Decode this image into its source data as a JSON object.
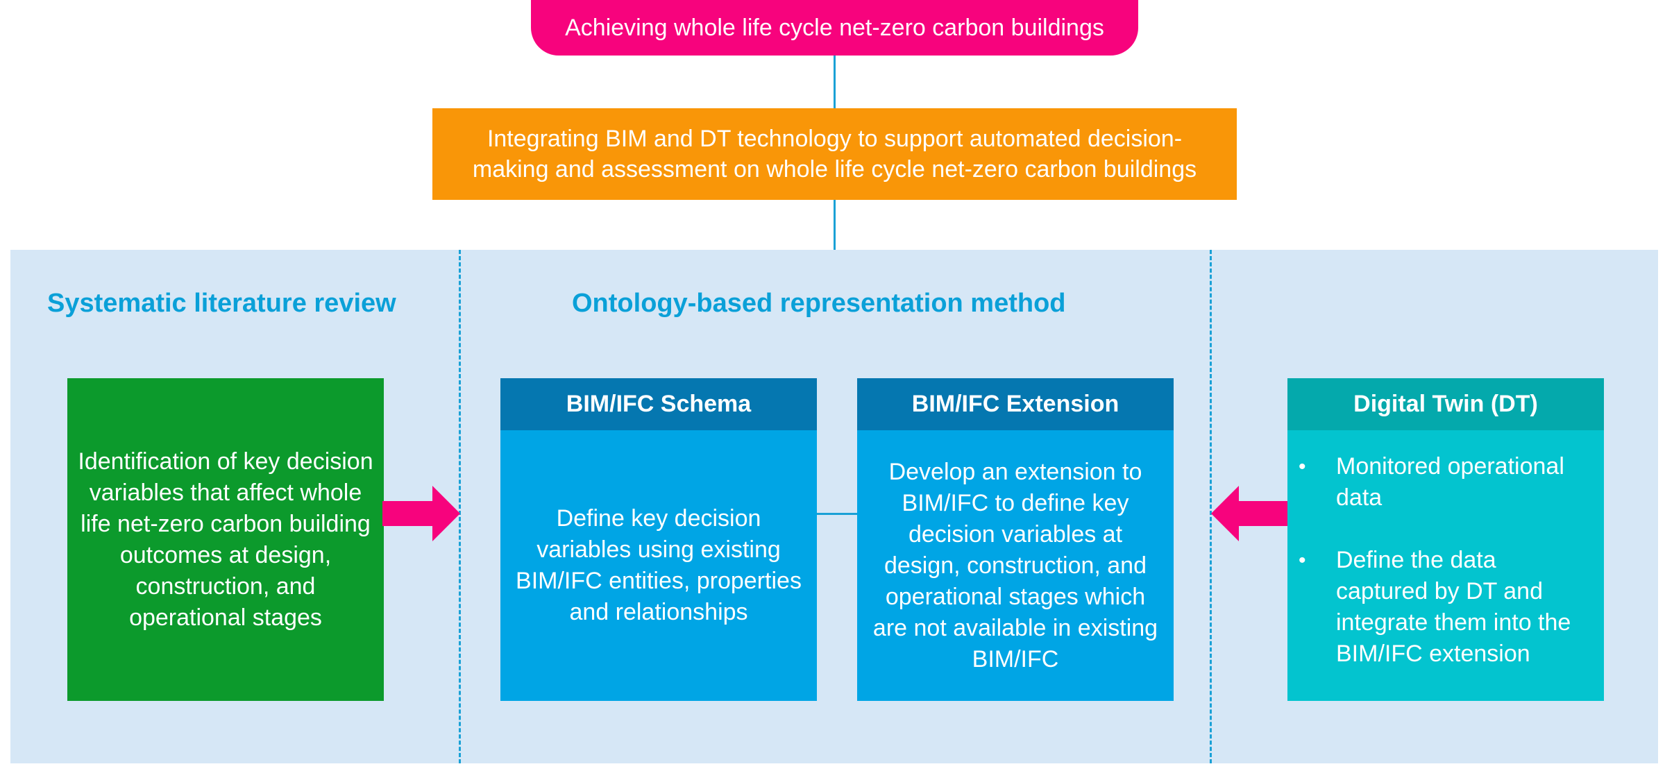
{
  "goal": {
    "text": "Achieving whole life cycle net-zero carbon buildings"
  },
  "aim": {
    "line1": "Integrating BIM and DT technology to support automated decision-",
    "line2": "making and assessment on whole life cycle net-zero carbon buildings"
  },
  "sections": {
    "review_title": "Systematic literature review",
    "ontology_title": "Ontology-based representation method"
  },
  "review_box": {
    "text": "Identification of key decision variables that affect whole life net-zero carbon building outcomes at design, construction, and operational stages"
  },
  "ifc_schema": {
    "title": "BIM/IFC Schema",
    "text": "Define key decision variables using existing BIM/IFC entities, properties and relationships"
  },
  "ifc_extension": {
    "title": "BIM/IFC Extension",
    "text": "Develop an extension to BIM/IFC to define key decision variables at design, construction, and operational stages which are not available in existing BIM/IFC"
  },
  "digital_twin": {
    "title": "Digital Twin (DT)",
    "bullet_symbol": "•",
    "items": [
      "Monitored operational data",
      "Define the data captured by DT and integrate them into the BIM/IFC extension"
    ]
  },
  "colors": {
    "goal": "#f7037d",
    "aim": "#f99608",
    "panel": "#d6e7f6",
    "heading": "#0aa0d8",
    "review_box": "#0c9a2c",
    "ifc_body": "#00a5e5",
    "ifc_header": "#0577b0",
    "dt_body": "#03c4cf",
    "dt_header": "#04a9ac",
    "arrow": "#f7037d",
    "connector": "#1aa1d6"
  }
}
